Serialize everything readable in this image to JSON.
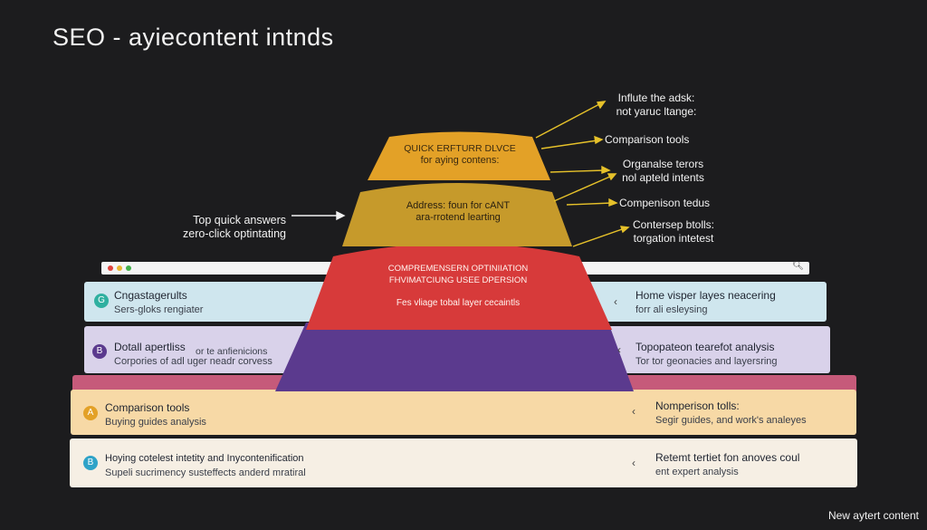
{
  "title": "SEO - ayiecontent intnds",
  "colors": {
    "background": "#1c1c1e",
    "tier1": "#e3a127",
    "tier2": "#c69a2b",
    "tier3": "#d73a3a",
    "tier4": "#5b3a8e",
    "row1": "#cfe6ee",
    "row2": "#d9d2ea",
    "row3": "#f7d9a6",
    "row4": "#f6efe4"
  },
  "pyramid": {
    "tier1": {
      "line1": "QUICK ERFTURR DLVCE",
      "line2": "for aying contens:"
    },
    "tier2": {
      "line1": "Address: foun for cANT",
      "line2": "ara-rrotend learting"
    },
    "tier3": {
      "line1": "COMPREMENSERN OPTINIIATION",
      "line2": "FHVIMATCIUNG USEE DPERSION",
      "line3": "Fes vliage tobal layer cecaintls"
    }
  },
  "annotations": {
    "right": [
      {
        "line1": "Influte the adsk:",
        "line2": "not yaruc ltange:"
      },
      {
        "line1": "Comparison tools"
      },
      {
        "line1": "Organalse terors",
        "line2": "nol apteld intents"
      },
      {
        "line1": "Compenison tedus"
      },
      {
        "line1": "Contersep btolls:",
        "line2": "torgation intetest"
      }
    ],
    "left": {
      "line1": "Top quick answers",
      "line2": "zero-click optintating"
    }
  },
  "rows": [
    {
      "badge": "G",
      "left_title": "Cngastagerults",
      "left_sub": "Sers-gloks rengiater",
      "right_title": "Home visper layes neacering",
      "right_sub": "forr ali esleysing"
    },
    {
      "badge": "B",
      "left_title": "Dotall apertliss",
      "left_mid": "or te anfienicions",
      "left_sub": "Corpories of adl uger neadr corvess",
      "right_title": "Topopateon tearefot analysis",
      "right_sub": "Tor tor geonacies and layersring"
    },
    {
      "badge": "A",
      "left_title": "Comparison tools",
      "left_sub": "Buying guides analysis",
      "right_title": "Nomperison tolls:",
      "right_sub": "Segir guides, and work's analeyes"
    },
    {
      "badge": "B",
      "left_title": "Hoying cotelest intetity and Inycontenification",
      "left_sub": "Supeli sucrimency susteffects anderd mratiral",
      "right_title": "Retemt tertiet fon anoves coul",
      "right_sub": "ent expert analysis"
    }
  ],
  "footer": "New aytert content"
}
